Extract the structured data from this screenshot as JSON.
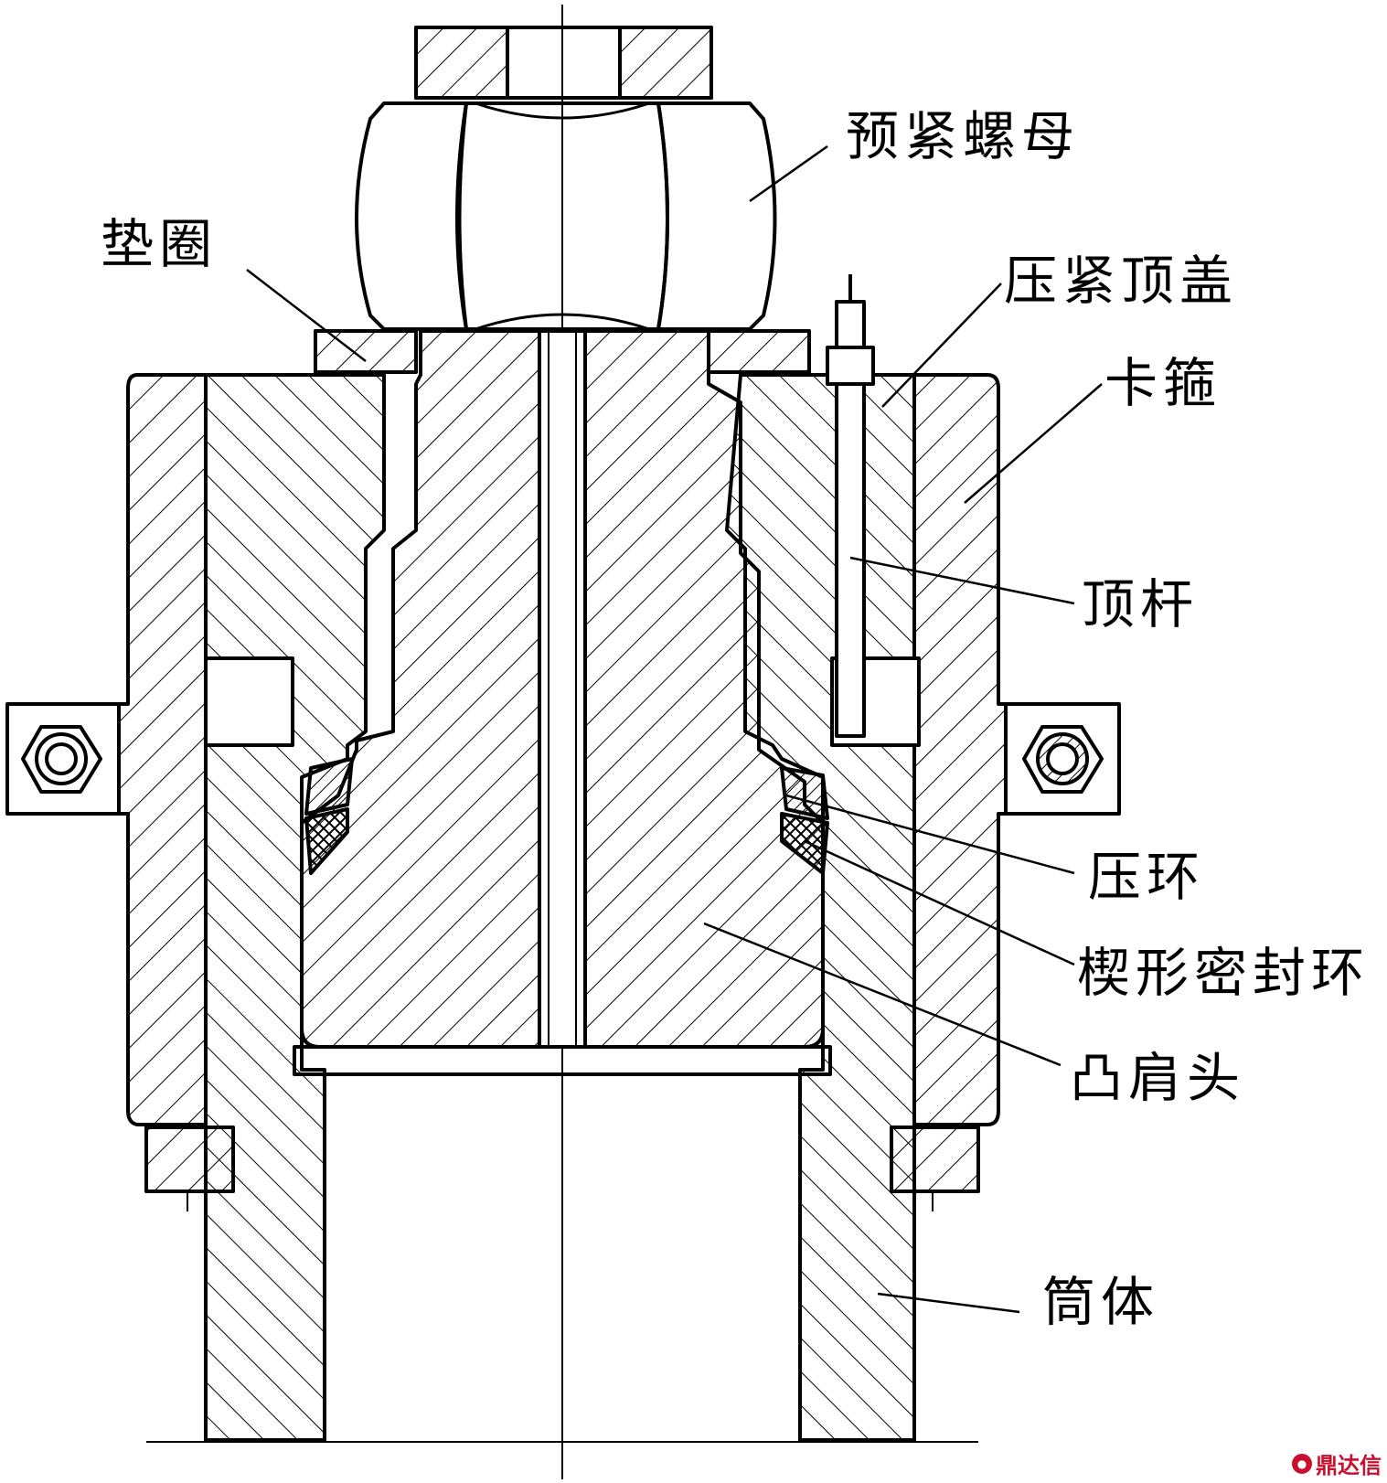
{
  "labels": {
    "nut": "预紧螺母",
    "washer": "垫圈",
    "cover": "压紧顶盖",
    "clamp": "卡箍",
    "rod": "顶杆",
    "press_ring": "压环",
    "wedge_ring": "楔形密封环",
    "shoulder": "凸肩头",
    "shell": "筒体"
  },
  "watermark": {
    "text": "鼎达信"
  },
  "colors": {
    "line": "#000000",
    "watermark": "#c8102e",
    "background": "#ffffff"
  }
}
